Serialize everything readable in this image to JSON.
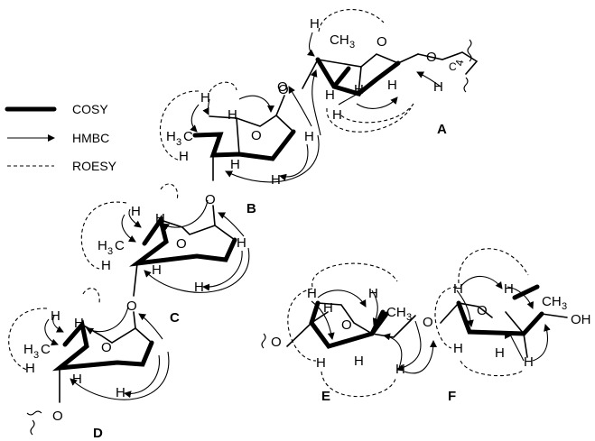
{
  "legend": {
    "cosy": "COSY",
    "hmbc": "HMBC",
    "roesy": "ROESY"
  },
  "rings": {
    "a": "A",
    "b": "B",
    "c": "C",
    "d": "D",
    "e": "E",
    "f": "F"
  },
  "atoms": {
    "h": "H",
    "o": "O",
    "ch3": "CH",
    "h3c": "H",
    "sub3": "3",
    "c": "C",
    "c_label": "C",
    "oh": "OH",
    "four": "4"
  }
}
